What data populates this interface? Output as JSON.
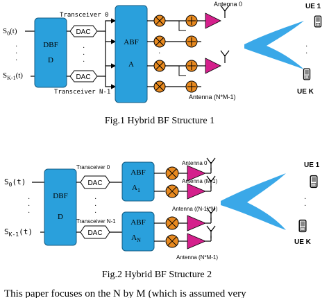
{
  "figure1": {
    "caption": "Fig.1 Hybrid BF Structure 1",
    "inputs": [
      "S",
      "0",
      "(t)",
      "S",
      "K-1",
      "(t)"
    ],
    "dbf": [
      "DBF",
      "D"
    ],
    "dac": [
      "DAC",
      "DAC"
    ],
    "transceiver_top": "Transceiver 0",
    "transceiver_bottom": "Transceiver N-1",
    "abf": [
      "ABF",
      "A"
    ],
    "antenna_top": "Antenna 0",
    "antenna_bottom": "Antenna (N*M-1)",
    "ue_top": "UE 1",
    "ue_bottom": "UE K"
  },
  "figure2": {
    "caption": "Fig.2 Hybrid BF Structure 2",
    "inputs": [
      "S",
      "0",
      "(t)",
      "S",
      "K-1",
      "(t)"
    ],
    "dbf": [
      "DBF",
      "D"
    ],
    "dac": [
      "DAC",
      "DAC"
    ],
    "transceiver_top": "Transceiver 0",
    "transceiver_bottom": "Transceiver N-1",
    "abf_top": [
      "ABF",
      "A",
      "1"
    ],
    "abf_bottom": [
      "ABF",
      "A",
      "N"
    ],
    "antennas": [
      "Antenna 0",
      "Antenna (M-1)",
      "Antenna ((N-1)*M)",
      "Antenna (N*M-1)"
    ],
    "ue_top": "UE 1",
    "ue_bottom": "UE K"
  },
  "footer_text": "This paper focuses on the N by M (which is assumed very",
  "colors": {
    "block_blue": "#2aa0dc",
    "mixer_orange": "#e88a20",
    "antenna_magenta": "#d4208c",
    "beam_blue": "#3aa8e8",
    "line": "#000000"
  }
}
